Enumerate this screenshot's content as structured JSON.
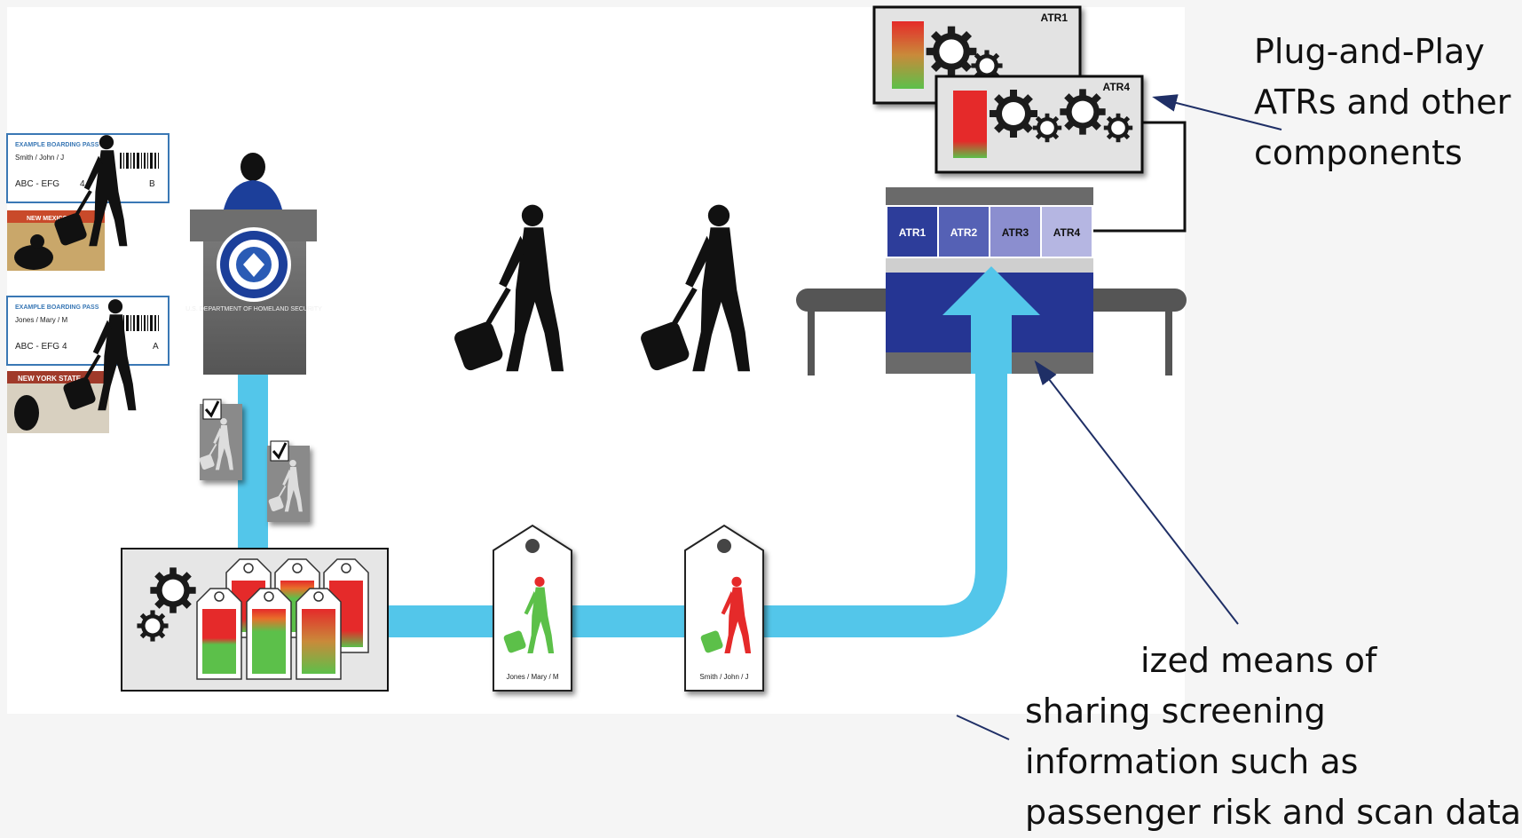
{
  "callouts": {
    "top": [
      "Plug-and-Play",
      "ATRs and other",
      "components"
    ],
    "bottom": [
      "ized means of",
      "sharing screening",
      "information such as",
      "passenger risk and scan data"
    ]
  },
  "boarding_passes": [
    {
      "header": "EXAMPLE BOARDING PASS",
      "name": "Smith / John / J",
      "route": "ABC - EFG",
      "gate": "4",
      "group": "B"
    },
    {
      "header": "EXAMPLE BOARDING PASS",
      "name": "Jones / Mary / M",
      "route": "ABC - EFG",
      "gate": "4",
      "group": "A"
    }
  ],
  "ids": {
    "first": "NEW MEXICO",
    "second": "NEW YORK STATE"
  },
  "seal_text": "U.S. DEPARTMENT OF HOMELAND SECURITY",
  "atr_labels": [
    "ATR1",
    "ATR2",
    "ATR3",
    "ATR4"
  ],
  "atr_cards": [
    "ATR1",
    "ATR4"
  ],
  "tags": [
    {
      "name": "Jones / Mary / M"
    },
    {
      "name": "Smith / John / J"
    }
  ],
  "colors": {
    "flow": "#53c6ea",
    "scanner": "#253593",
    "risk_high": "#e52a2a",
    "risk_low": "#5cc04a",
    "arrow": "#1f2f66"
  }
}
